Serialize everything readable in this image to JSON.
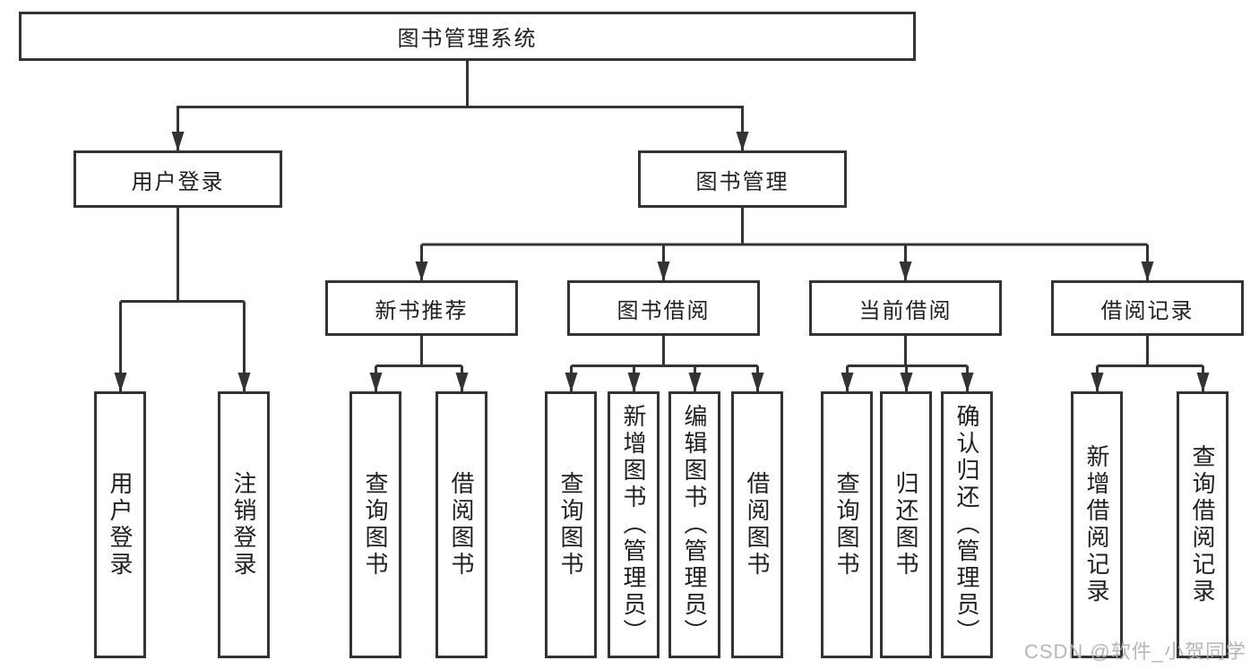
{
  "nodes": {
    "root": "图书管理系统",
    "userLogin": "用户登录",
    "bookManagement": "图书管理",
    "newBookRecommend": "新书推荐",
    "bookBorrowing": "图书借阅",
    "currentBorrowing": "当前借阅",
    "borrowingRecords": "借阅记录"
  },
  "leaves": {
    "userLogin": [
      "用户登录",
      "注销登录"
    ],
    "newBookRecommend": [
      "查询图书",
      "借阅图书"
    ],
    "bookBorrowing": [
      "查询图书",
      "新增图书（管理员）",
      "编辑图书（管理员）",
      "借阅图书"
    ],
    "currentBorrowing": [
      "查询图书",
      "归还图书",
      "确认归还（管理员）"
    ],
    "borrowingRecords": [
      "新增借阅记录",
      "查询借阅记录"
    ]
  },
  "watermark": "CSDN @软件_小贺同学",
  "colors": {
    "line": "#333333",
    "text": "#1f1f1f",
    "watermark": "#b2b2b2",
    "background": "#ffffff"
  }
}
